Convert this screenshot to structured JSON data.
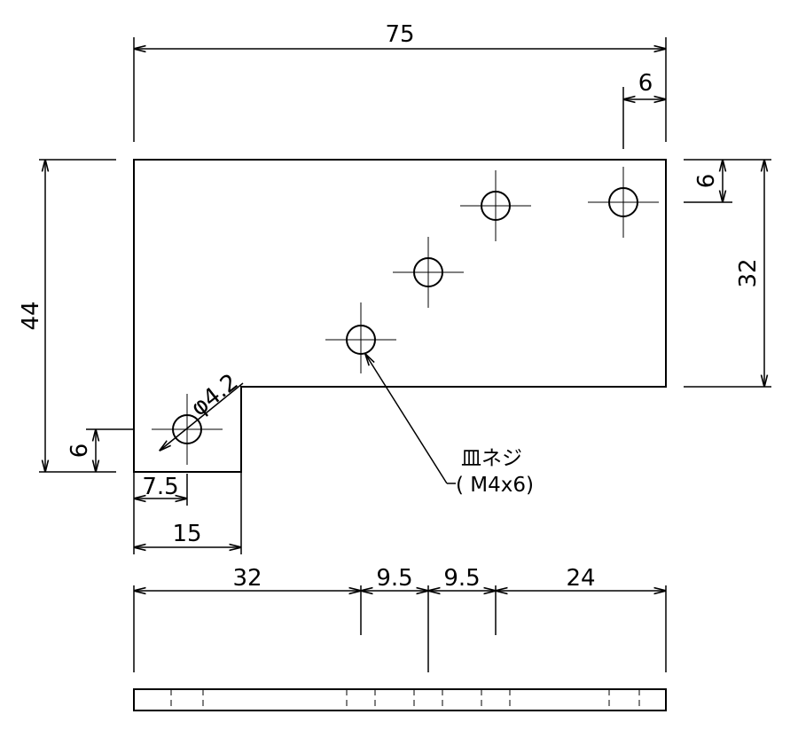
{
  "dimensions": {
    "top_total": "75",
    "top_right_offset": "6",
    "right_offset": "6",
    "right_height": "32",
    "left_height": "44",
    "left_lower_offset": "6",
    "bottom_first": "7.5",
    "bottom_second": "15",
    "bottom_chain": [
      "32",
      "9.5",
      "9.5",
      "24"
    ],
    "hole_diameter": "φ4.2"
  },
  "note": {
    "line1": "皿ネジ",
    "line2": "( M4x6)"
  }
}
